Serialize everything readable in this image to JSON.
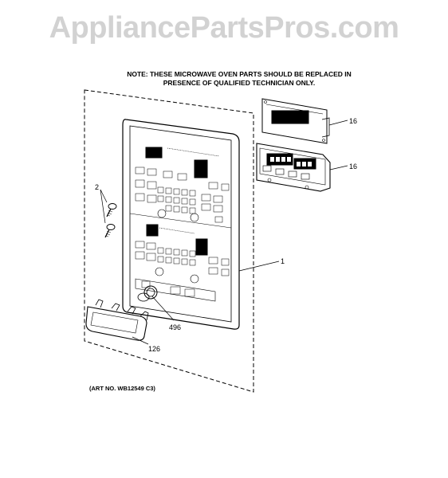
{
  "watermark": "AppliancePartsPros.com",
  "note": {
    "line1": "NOTE: THESE MICROWAVE OVEN PARTS SHOULD BE REPLACED IN",
    "line2": "PRESENCE OF QUALIFIED TECHNICIAN ONLY."
  },
  "art_number": "(ART NO. WB12549 C3)",
  "callouts": {
    "board_upper": "16",
    "board_lower": "16",
    "panel": "1",
    "screws": "2",
    "switch": "496",
    "handle": "126"
  }
}
